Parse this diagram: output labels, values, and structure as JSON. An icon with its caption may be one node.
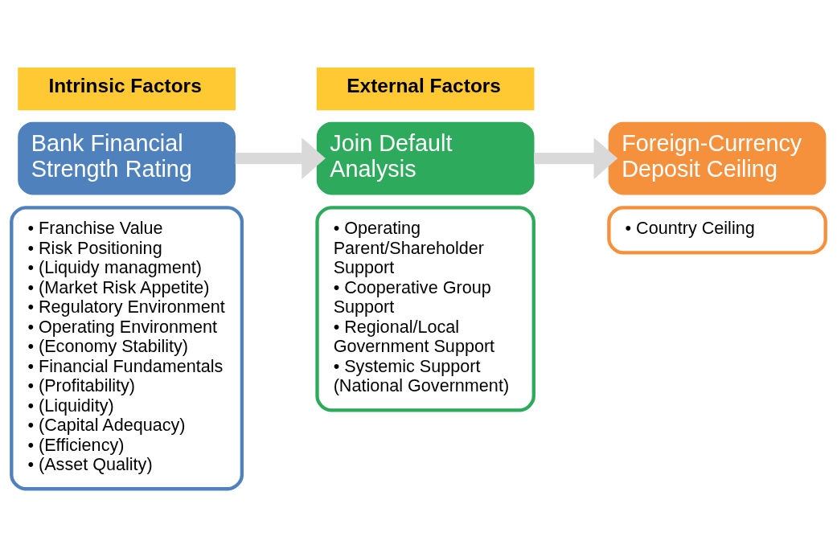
{
  "diagram": {
    "nodes": [
      {
        "text": [
          "Intrinsic Factors"
        ]
      },
      {
        "text": [
          "External Factors"
        ]
      },
      {
        "text": [
          "Bank Financial Strength Rating"
        ]
      },
      {
        "text": [
          "• Franchise Value",
          "• Risk Positioning",
          "• (Liquidy managment)",
          "• (Market Risk Appetite)",
          "• Regulatory Environment",
          "• Operating Environment",
          "• (Economy Stability)",
          "• Financial Fundamentals",
          "• (Profitability)",
          "• (Liquidity)",
          "• (Capital Adequacy)",
          "• (Efficiency)",
          "• (Asset Quality)"
        ]
      },
      {
        "text": [
          "Join Default Analysis"
        ]
      },
      {
        "text": [
          "• Operating Parent/Shareholder Support",
          "• Cooperative Group Support",
          "• Regional/Local Government Support",
          "• Systemic Support (National Government)"
        ]
      },
      {
        "text": [
          "Foreign-Currency Deposit Ceiling"
        ]
      },
      {
        "text": [
          "• Country Ceiling"
        ]
      }
    ],
    "edges": [
      {
        "from": 2,
        "to": 4,
        "arrow": "to"
      },
      {
        "from": 4,
        "to": 6,
        "arrow": "to"
      }
    ]
  }
}
